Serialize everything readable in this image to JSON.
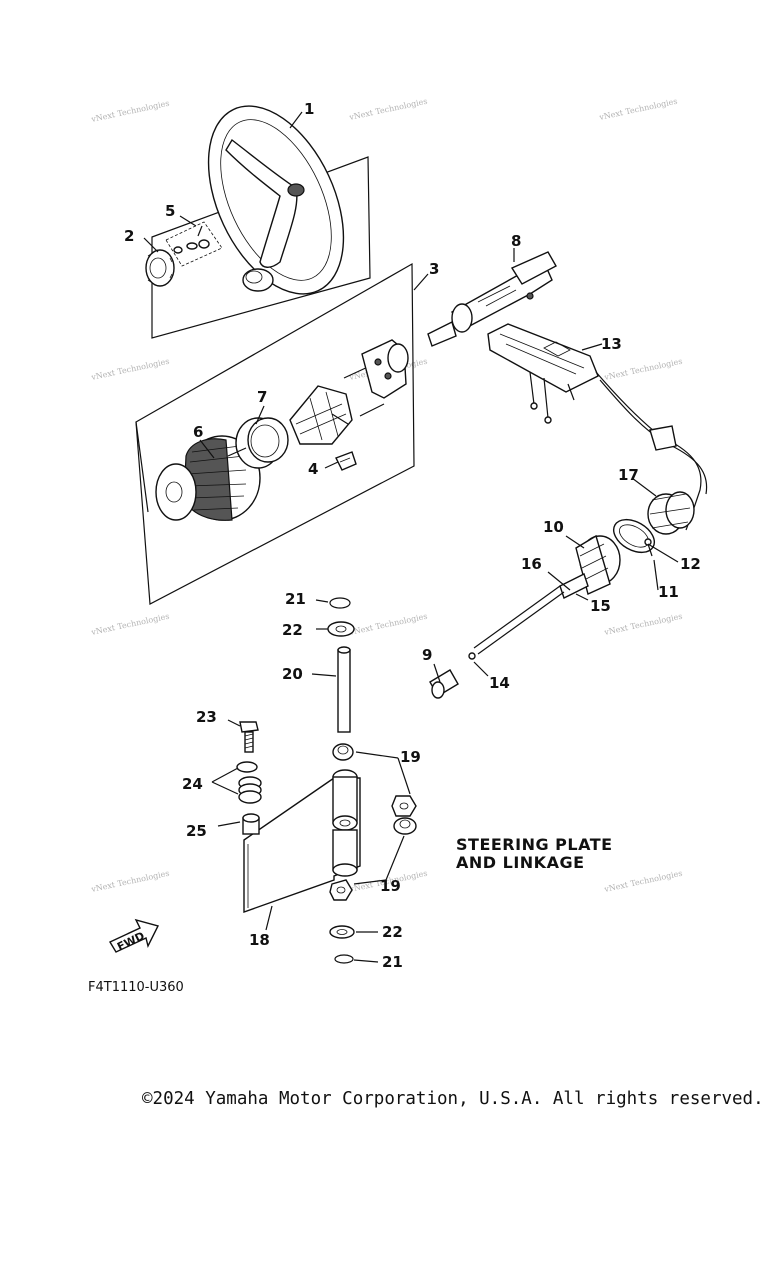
{
  "title_lines": [
    "STEERING PLATE",
    "AND LINKAGE"
  ],
  "diagram_code": "F4T1110-U360",
  "fwd_label": "FWD",
  "watermark": "vNext Technologies",
  "copyright": "©2024 Yamaha Motor Corporation, U.S.A. All rights reserved.",
  "callouts": {
    "c1": "1",
    "c2": "2",
    "c3": "3",
    "c4": "4",
    "c5": "5",
    "c6": "6",
    "c7": "7",
    "c8": "8",
    "c9": "9",
    "c10": "10",
    "c11": "11",
    "c12": "12",
    "c13": "13",
    "c14": "14",
    "c15": "15",
    "c16": "16",
    "c17": "17",
    "c18": "18",
    "c19a": "19",
    "c19b": "19",
    "c20": "20",
    "c21a": "21",
    "c21b": "21",
    "c22a": "22",
    "c22b": "22",
    "c23": "23",
    "c24": "24",
    "c25": "25"
  }
}
